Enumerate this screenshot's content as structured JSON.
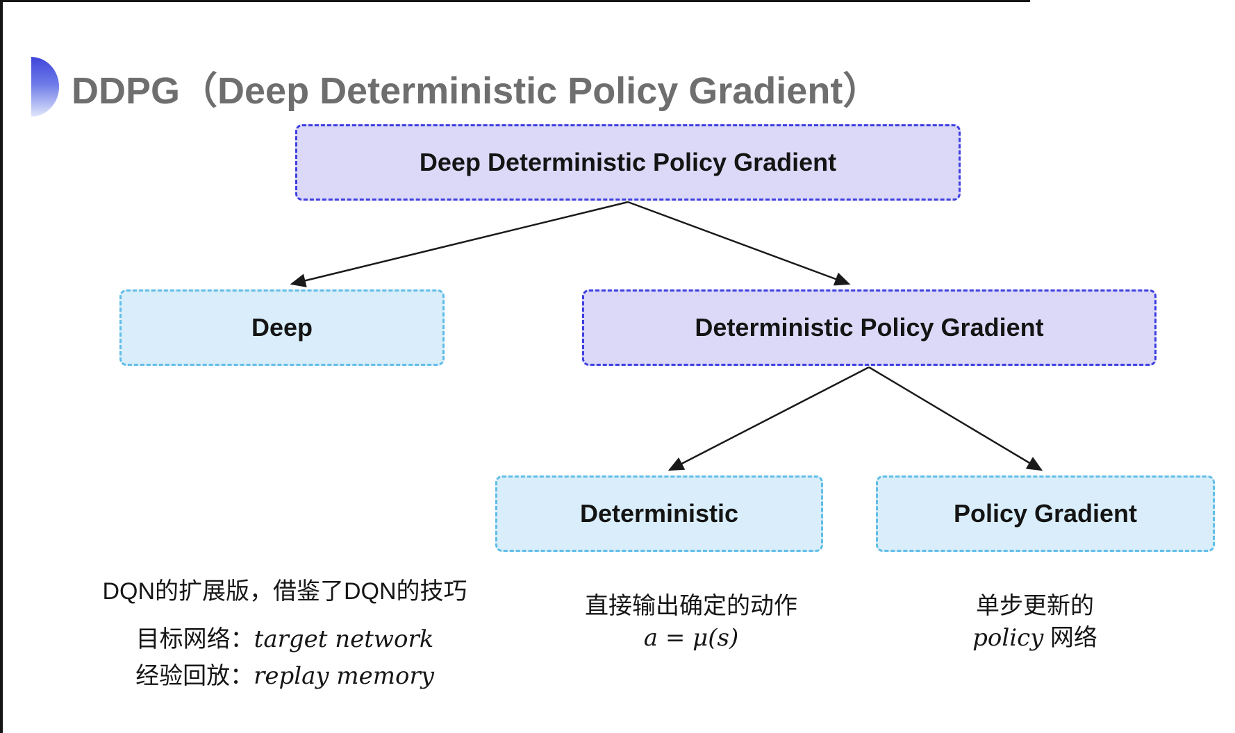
{
  "title": {
    "text": "DDPG（Deep Deterministic Policy Gradient）"
  },
  "icons": {
    "title_bullet": "half-circle-gradient"
  },
  "diagram": {
    "nodes": {
      "root": {
        "label": "Deep Deterministic Policy Gradient"
      },
      "deep": {
        "label": "Deep"
      },
      "dpg": {
        "label": "Deterministic Policy Gradient"
      },
      "deterministic": {
        "label": "Deterministic"
      },
      "policy_gradient": {
        "label": "Policy Gradient"
      }
    },
    "edges": [
      "root->deep",
      "root->dpg",
      "dpg->deterministic",
      "dpg->policy_gradient"
    ],
    "colors": {
      "purple_fill": "#dcd9f8",
      "purple_border": "#3d3ee0",
      "cyan_fill": "#d9eefa",
      "cyan_border": "#5fbde8",
      "arrow": "#1a1a1a",
      "title_gray": "#6e6e6e",
      "bullet_blue": "#3f45da"
    }
  },
  "notes": {
    "deep_note": {
      "line1": "DQN的扩展版，借鉴了DQN的技巧",
      "line2_label": "目标网络：",
      "line2_term": "target network",
      "line3_label": "经验回放：",
      "line3_term": "replay memory"
    },
    "deterministic_note": {
      "line1": "直接输出确定的动作",
      "line2": "a = μ(s)"
    },
    "policy_gradient_note": {
      "line1": "单步更新的",
      "line2_term": "policy",
      "line2_suffix": " 网络"
    }
  }
}
